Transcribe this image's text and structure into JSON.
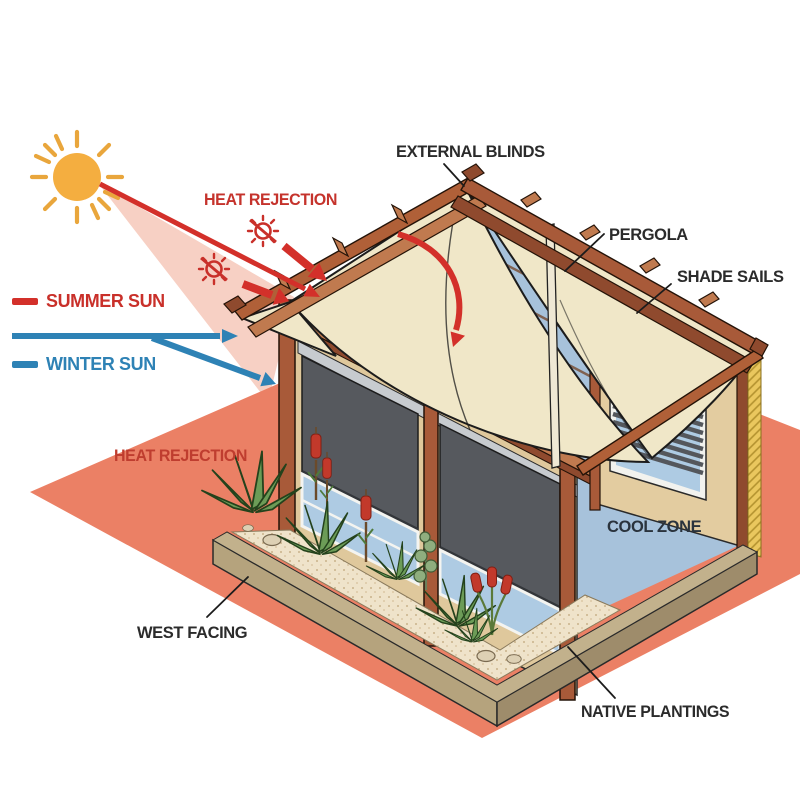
{
  "diagram": {
    "type": "passive-cooling-shading-diagram",
    "labels": {
      "external_blinds": "EXTERNAL BLINDS",
      "pergola": "PERGOLA",
      "shade_sails": "SHADE SAILS",
      "heat_rejection_top": "HEAT REJECTION",
      "heat_rejection_left": "HEAT REJECTION",
      "cool_zone": "COOL ZONE",
      "west_facing": "WEST FACING",
      "native_plantings": "NATIVE PLANTINGS"
    },
    "legend": [
      {
        "label": "SUMMER SUN",
        "color": "#C9302A"
      },
      {
        "label": "WINTER SUN",
        "color": "#2E82B5"
      }
    ],
    "icons": [
      "sun-icon",
      "no-sun-icon",
      "no-sun-icon"
    ],
    "colors": {
      "background": "#FFFFFF",
      "ground_hot": "#EB8065",
      "sun_beam": "#F7D0C4",
      "sun": "#F4AE40",
      "summer_red": "#C9302A",
      "winter_blue": "#2E82B5",
      "wood": "#A85A39",
      "sail_cream": "#F0E7C8",
      "blind_gray": "#56595E",
      "glass_blue": "#AECBE3",
      "wall_tan": "#E3CCA0",
      "cool_zone_blue": "#A7C2DB",
      "sand": "#EFE3CA",
      "label_dark": "#2B2B2B"
    }
  }
}
